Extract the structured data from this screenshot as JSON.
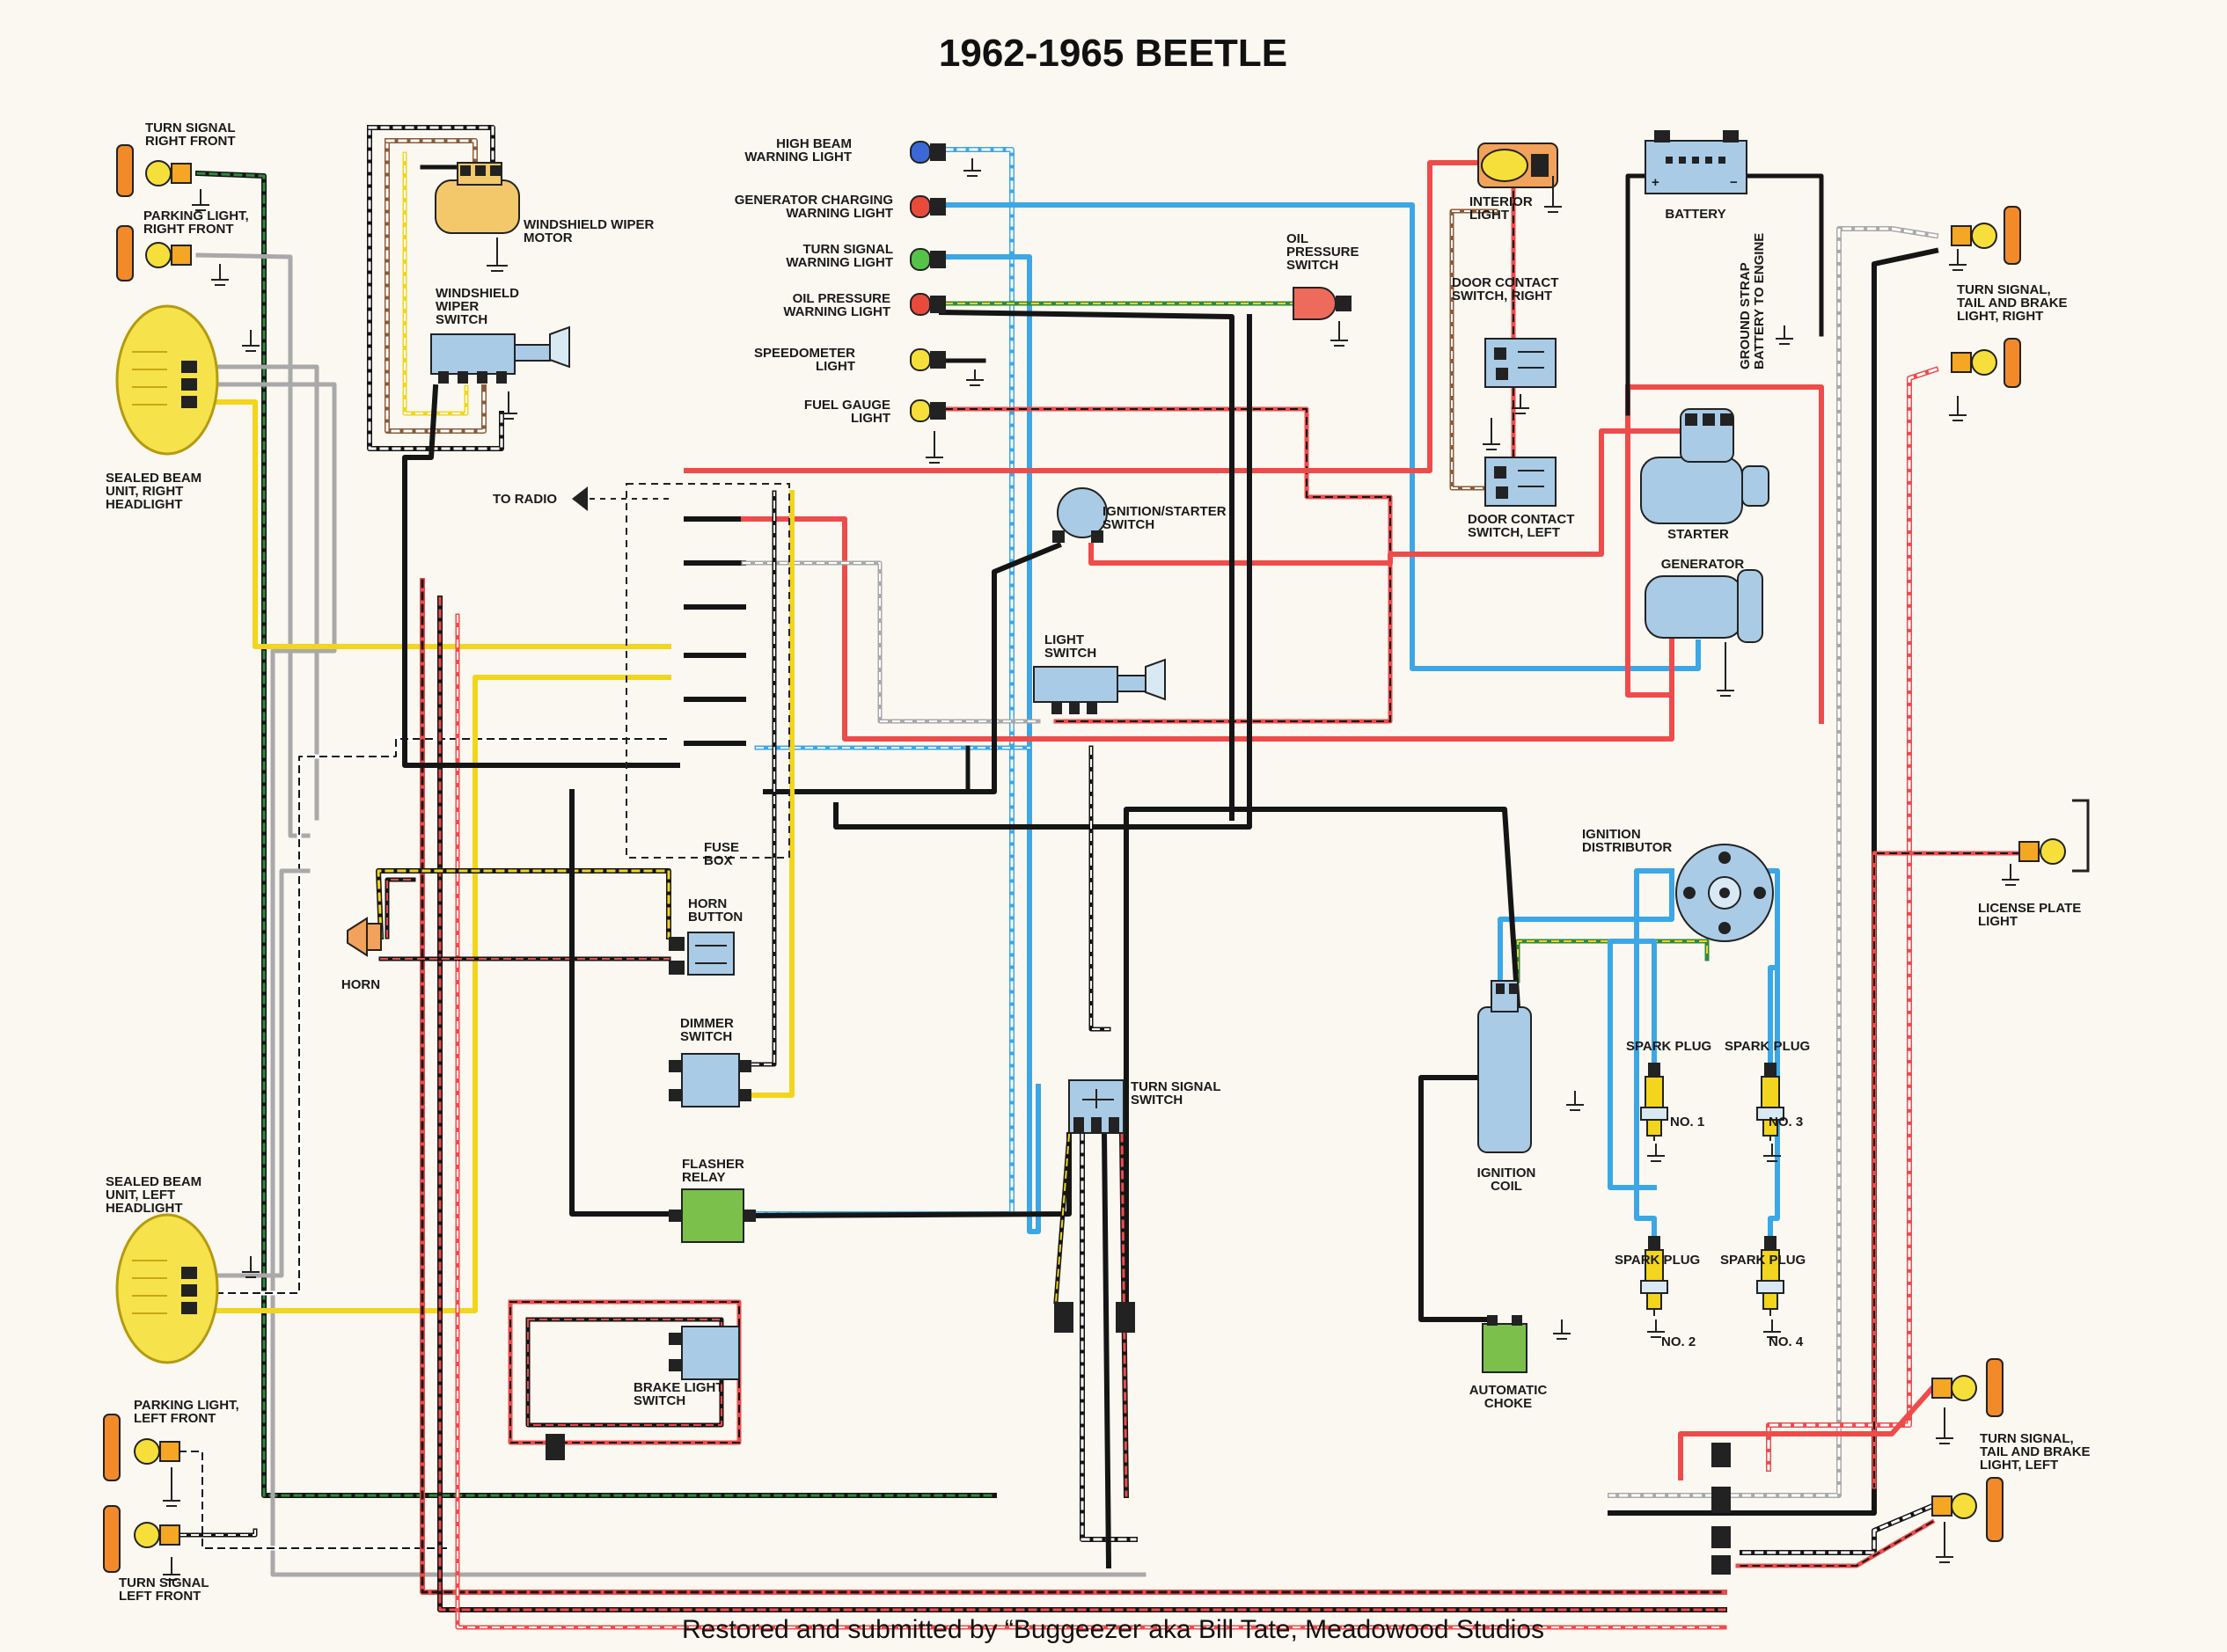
{
  "title": "1962-1965  BEETLE",
  "credit": "Restored and submitted by “Buggeezer aka Bill Tate, Meadowood Studios",
  "wire_colors": {
    "black": "#151515",
    "red": "#ee4b4b",
    "blue": "#3ba7e6",
    "yellow": "#f2d51c",
    "green": "#2f8a3a",
    "gray": "#a9a9a9",
    "brown": "#8a5b3a",
    "white": "#ffffff"
  },
  "labels": {
    "turn_signal_right_front": [
      "TURN SIGNAL",
      "RIGHT FRONT"
    ],
    "parking_light_right_front": [
      "PARKING LIGHT,",
      "RIGHT FRONT"
    ],
    "sealed_beam_right": [
      "SEALED BEAM",
      "UNIT, RIGHT",
      "HEADLIGHT"
    ],
    "windshield_wiper_motor": [
      "WINDSHIELD WIPER",
      "MOTOR"
    ],
    "windshield_wiper_switch": [
      "WINDSHIELD",
      "WIPER",
      "SWITCH"
    ],
    "high_beam": [
      "HIGH BEAM",
      "WARNING LIGHT"
    ],
    "generator_charging": [
      "GENERATOR CHARGING",
      "WARNING LIGHT"
    ],
    "turn_signal_warning": [
      "TURN SIGNAL",
      "WARNING LIGHT"
    ],
    "oil_pressure_warning": [
      "OIL PRESSURE",
      "WARNING LIGHT"
    ],
    "speedometer_light": [
      "SPEEDOMETER",
      "LIGHT"
    ],
    "fuel_gauge_light": [
      "FUEL GAUGE",
      "LIGHT"
    ],
    "oil_pressure_switch": [
      "OIL",
      "PRESSURE",
      "SWITCH"
    ],
    "interior_light": [
      "INTERIOR",
      "LIGHT"
    ],
    "door_contact_right": [
      "DOOR CONTACT",
      "SWITCH, RIGHT"
    ],
    "door_contact_left": [
      "DOOR CONTACT",
      "SWITCH, LEFT"
    ],
    "battery": "BATTERY",
    "ground_strap": [
      "GROUND STRAP",
      "BATTERY TO ENGINE"
    ],
    "starter": "STARTER",
    "generator": "GENERATOR",
    "turn_signal_tail_right": [
      "TURN SIGNAL,",
      "TAIL AND BRAKE",
      "LIGHT, RIGHT"
    ],
    "to_radio": "TO RADIO",
    "ignition_starter_switch": [
      "IGNITION/STARTER",
      "SWITCH"
    ],
    "light_switch": [
      "LIGHT",
      "SWITCH"
    ],
    "fuse_box": [
      "FUSE",
      "BOX"
    ],
    "horn_button": [
      "HORN",
      "BUTTON"
    ],
    "horn": "HORN",
    "dimmer_switch": [
      "DIMMER",
      "SWITCH"
    ],
    "flasher_relay": [
      "FLASHER",
      "RELAY"
    ],
    "turn_signal_switch": [
      "TURN SIGNAL",
      "SWITCH"
    ],
    "brake_light_switch": [
      "BRAKE LIGHT",
      "SWITCH"
    ],
    "sealed_beam_left": [
      "SEALED BEAM",
      "UNIT, LEFT",
      "HEADLIGHT"
    ],
    "parking_light_left_front": [
      "PARKING LIGHT,",
      "LEFT FRONT"
    ],
    "turn_signal_left_front": [
      "TURN SIGNAL",
      "LEFT FRONT"
    ],
    "ignition_distributor": [
      "IGNITION",
      "DISTRIBUTOR"
    ],
    "license_plate_light": [
      "LICENSE PLATE",
      "LIGHT"
    ],
    "ignition_coil": [
      "IGNITION",
      "COIL"
    ],
    "spark_plug_label": "SPARK PLUG",
    "no1": "NO. 1",
    "no2": "NO. 2",
    "no3": "NO. 3",
    "no4": "NO. 4",
    "automatic_choke": [
      "AUTOMATIC",
      "CHOKE"
    ],
    "turn_signal_tail_left": [
      "TURN SIGNAL,",
      "TAIL AND BRAKE",
      "LIGHT, LEFT"
    ]
  }
}
